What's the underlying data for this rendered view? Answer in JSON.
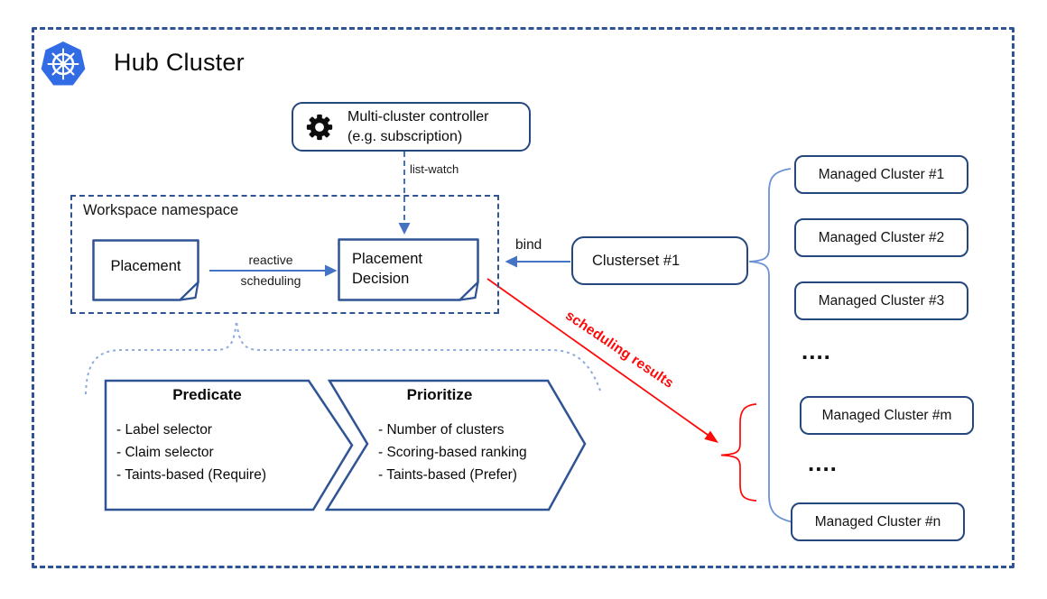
{
  "diagram": {
    "title": "Hub Cluster",
    "controller": {
      "line1": "Multi-cluster controller",
      "line2": "(e.g. subscription)"
    },
    "workspace_label": "Workspace namespace",
    "placement": "Placement",
    "placement_decision": "Placement Decision",
    "clusterset": "Clusterset #1",
    "managed_clusters": [
      "Managed Cluster #1",
      "Managed Cluster #2",
      "Managed Cluster #3",
      "Managed Cluster #m",
      "Managed Cluster #n"
    ],
    "dots": "....",
    "labels": {
      "list_watch": "list-watch",
      "reactive_line1": "reactive",
      "reactive_line2": "scheduling",
      "bind": "bind",
      "scheduling_results": "scheduling results"
    },
    "predicate": {
      "title": "Predicate",
      "items": [
        "- Label selector",
        "- Claim selector",
        "- Taints-based (Require)"
      ]
    },
    "prioritize": {
      "title": "Prioritize",
      "items": [
        "- Number of clusters",
        "- Scoring-based ranking",
        "- Taints-based (Prefer)"
      ]
    },
    "colors": {
      "box_border": "#24477E",
      "dashed_border": "#2F5496",
      "arrow_blue": "#4472C4",
      "brace_blue": "#6B92D4",
      "brace_light": "#8FAADC",
      "result_red": "#FF0808",
      "k8s_blue": "#326CE5"
    }
  }
}
